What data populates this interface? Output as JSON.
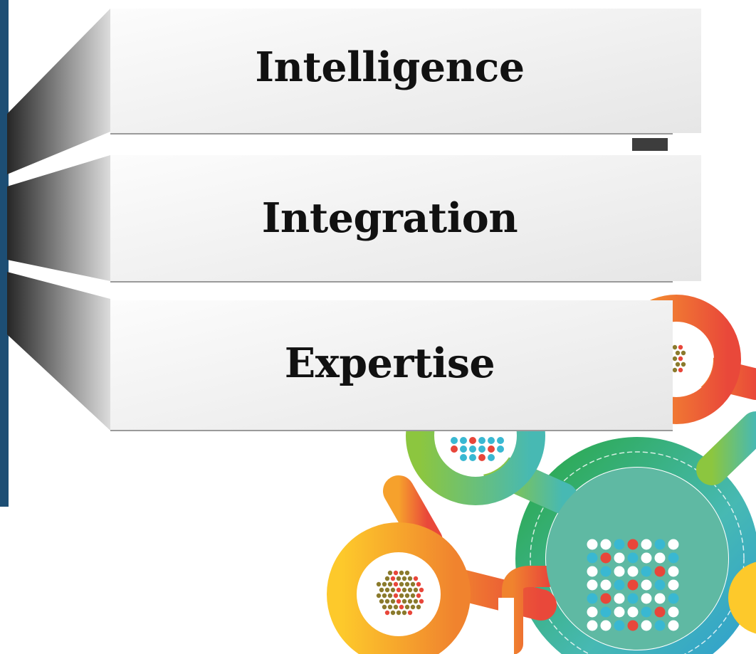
{
  "panels": [
    {
      "label": "Intelligence"
    },
    {
      "label": "Integration"
    },
    {
      "label": "Expertise"
    }
  ],
  "colors": {
    "left_bar": "#1d4e74",
    "panel_light": "#ffffff",
    "panel_dark": "#e6e6e6",
    "wedge_dark": "#262626",
    "wedge_light": "#dcdcdc",
    "tab": "#3d3d3d",
    "orange": "#f0832e",
    "red_orange": "#e9483a",
    "yellow": "#fdc92b",
    "green": "#8cc63f",
    "teal": "#47b9b3",
    "dot_red": "#e8463a",
    "dot_blue": "#39b8d2",
    "dot_brown": "#8a7a2c"
  },
  "icons": [
    "network-graphic-icon"
  ]
}
